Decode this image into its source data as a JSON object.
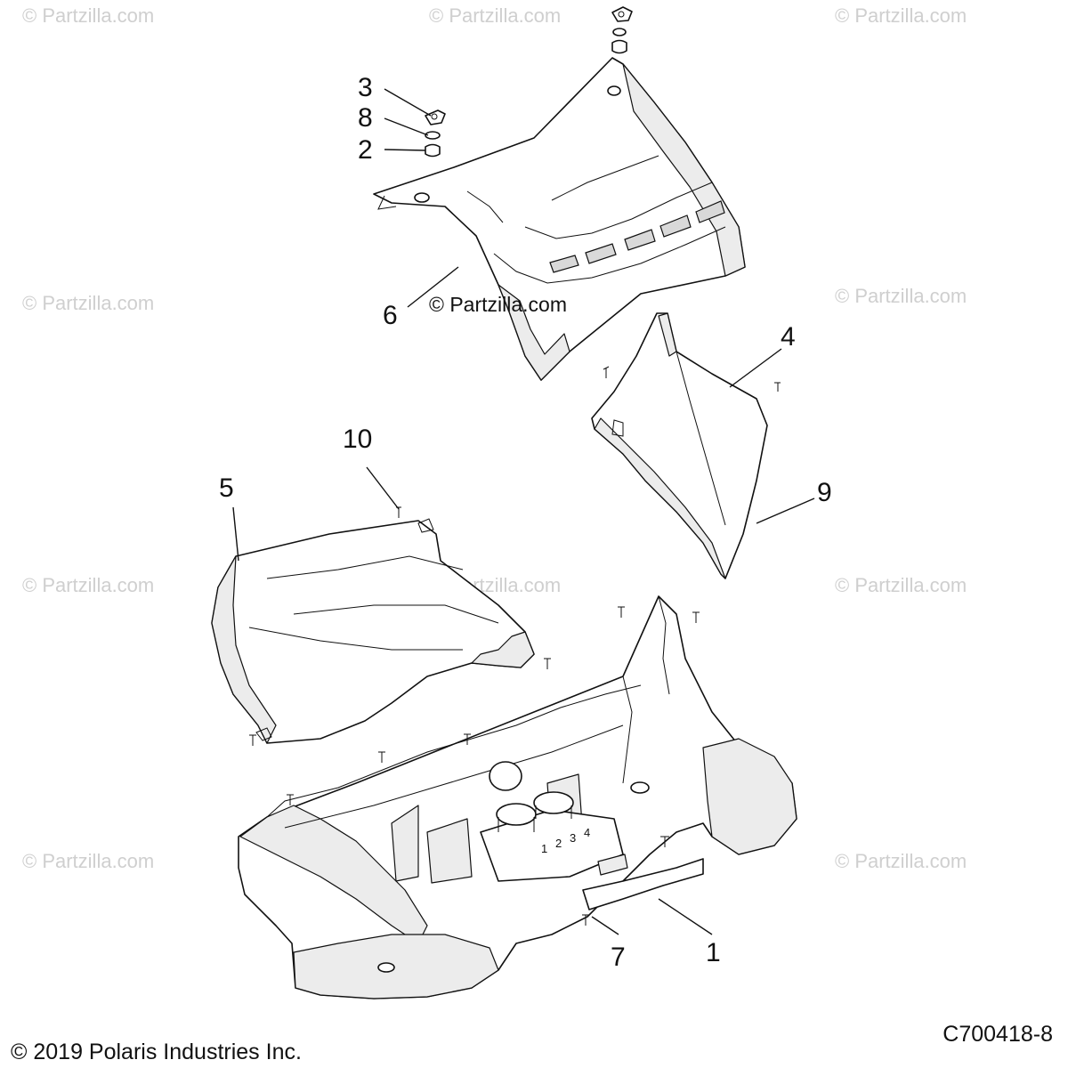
{
  "diagram": {
    "watermark_text": "© Partzilla.com",
    "center_watermark_text": "© Partzilla.com",
    "callouts": [
      "1",
      "2",
      "3",
      "4",
      "5",
      "6",
      "7",
      "8",
      "9",
      "10"
    ],
    "cupholder_labels": [
      "1",
      "2",
      "3",
      "4"
    ]
  },
  "footer": {
    "copyright": "© 2019 Polaris Industries Inc.",
    "diagram_code": "C700418-8"
  }
}
